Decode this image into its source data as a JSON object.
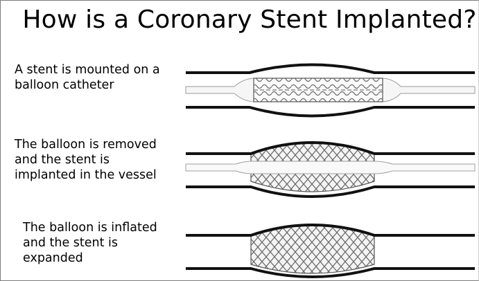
{
  "title": "How is a Coronary Stent Implanted?",
  "steps": [
    {
      "lines": [
        "A stent is mounted on a",
        "balloon catheter"
      ]
    },
    {
      "lines": [
        "The balloon is removed",
        "and the stent is",
        "implanted in the vessel"
      ]
    },
    {
      "lines": [
        "The balloon is inflated",
        "and the stent is",
        "expanded"
      ]
    }
  ],
  "colors": {
    "vessel": "#111111",
    "stent": "#555555",
    "background": "#ffffff"
  }
}
